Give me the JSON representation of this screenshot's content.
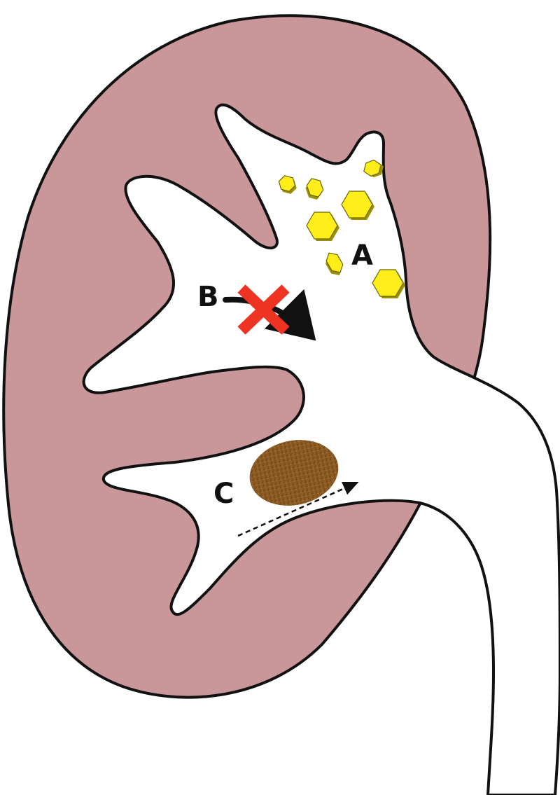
{
  "labels": {
    "a": "A",
    "b": "B",
    "c": "C"
  },
  "colors": {
    "kidney_fill": "#c9979a",
    "outline": "#111111",
    "crystal_fill": "#ffee1a",
    "crystal_edge": "#9a9000",
    "blocked_x": "#ee3322",
    "stone_fill": "#8a5a22"
  },
  "icons": {
    "crystal": "hexagon-crystal-icon",
    "blocked": "red-x-icon",
    "flow": "curved-arrow-icon",
    "stone": "oval-stone-icon"
  }
}
